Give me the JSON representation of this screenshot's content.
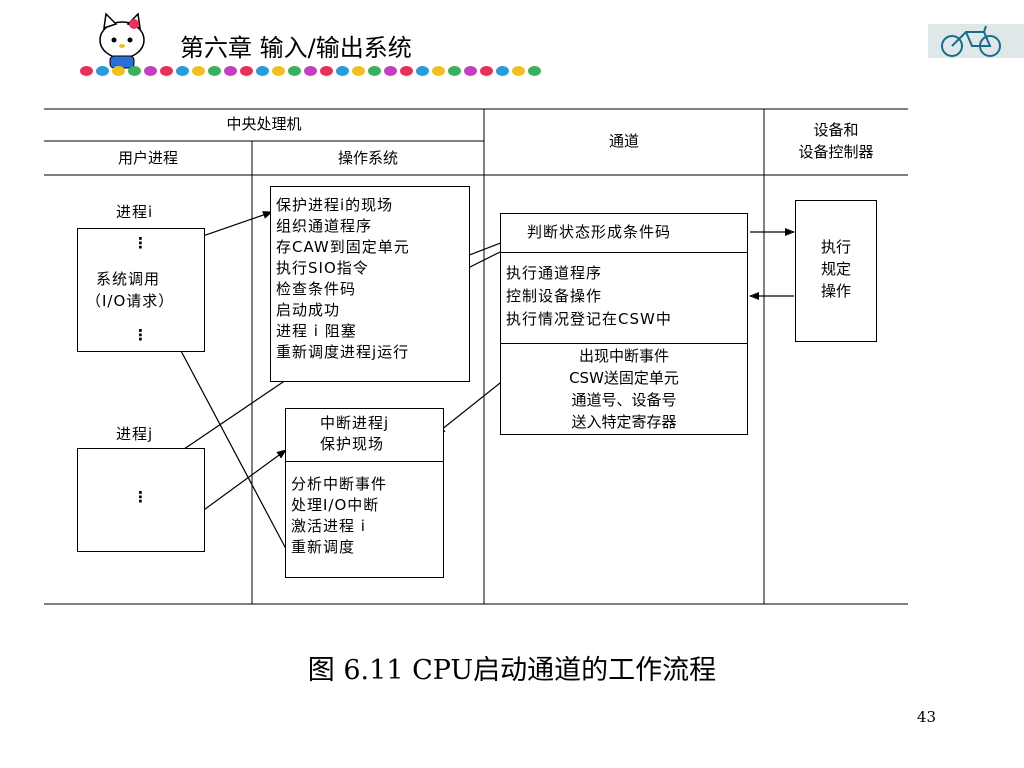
{
  "header": {
    "title": "第六章 输入/输出系统",
    "dot_colors": [
      "#e8315a",
      "#2a9ad8",
      "#f0c020",
      "#3bb05a",
      "#c040c0",
      "#e8315a",
      "#2a9ad8",
      "#f0c020",
      "#3bb05a",
      "#c040c0",
      "#e8315a",
      "#2a9ad8",
      "#f0c020",
      "#3bb05a",
      "#c040c0",
      "#e8315a",
      "#2a9ad8",
      "#f0c020",
      "#3bb05a",
      "#c040c0",
      "#e8315a",
      "#2a9ad8",
      "#f0c020",
      "#3bb05a",
      "#c040c0",
      "#e8315a",
      "#2a9ad8",
      "#f0c020",
      "#3bb05a"
    ],
    "left_logo_icon": "hello-kitty-icon",
    "right_logo_icon": "bicycle-icon"
  },
  "table": {
    "col_cpu": "中央处理机",
    "col_user_process": "用户进程",
    "col_os": "操作系统",
    "col_channel": "通道",
    "col_device_line1": "设备和",
    "col_device_line2": "设备控制器"
  },
  "user": {
    "process_i": "进程i",
    "process_j": "进程j",
    "ellipsis": "⋮",
    "syscall_line1": "系统调用",
    "syscall_line2": "（I/O请求）"
  },
  "os": {
    "box1_lines": [
      "保护进程i的现场",
      "组织通道程序",
      "存CAW到固定单元",
      "执行SIO指令",
      "检查条件码",
      "启动成功",
      "进程 i 阻塞",
      "重新调度进程j运行"
    ],
    "box2_top_lines": [
      "中断进程j",
      "保护现场"
    ],
    "box2_bottom_lines": [
      "分析中断事件",
      "处理I/O中断",
      "激活进程 i",
      "重新调度"
    ]
  },
  "channel": {
    "box_top": "判断状态形成条件码",
    "box_middle_lines": [
      "执行通道程序",
      "控制设备操作",
      "执行情况登记在CSW中"
    ],
    "box_bottom_lines": [
      "出现中断事件",
      "CSW送固定单元",
      "通道号、设备号",
      "送入特定寄存器"
    ]
  },
  "device": {
    "box_lines": [
      "执行",
      "规定",
      "操作"
    ]
  },
  "caption": "图 6.11 CPU启动通道的工作流程",
  "page_number": "43"
}
